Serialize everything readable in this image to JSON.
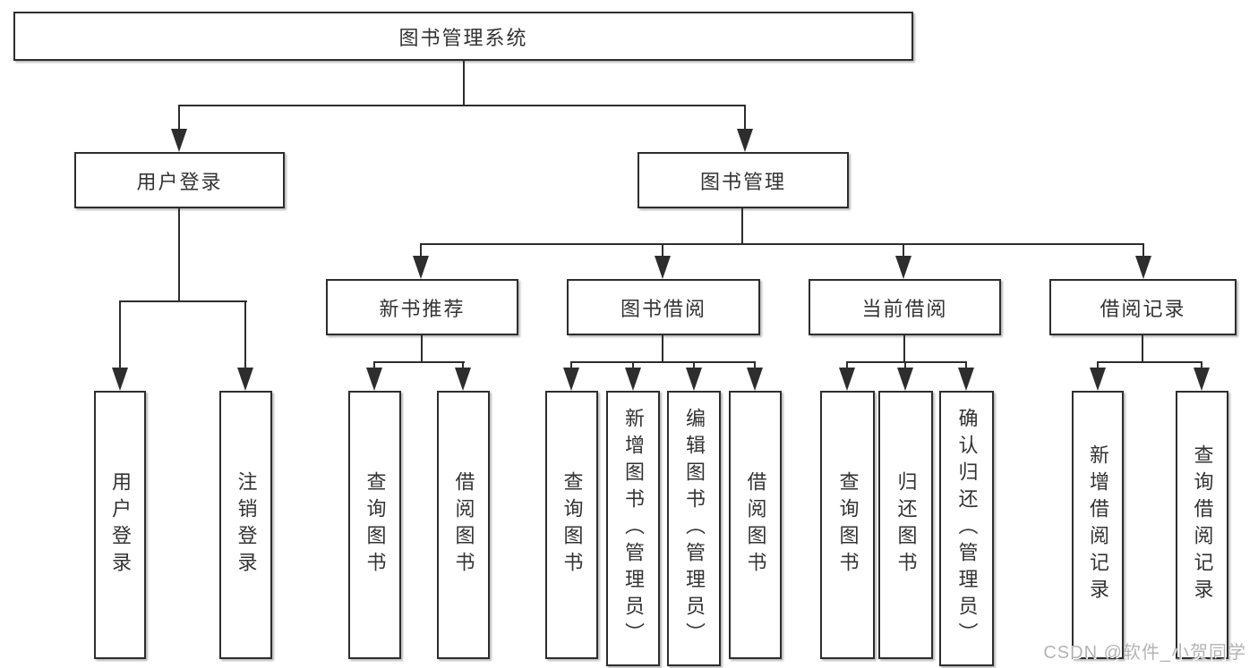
{
  "diagram": {
    "root": {
      "label": "图书管理系统"
    },
    "level2": [
      {
        "label": "用户登录"
      },
      {
        "label": "图书管理"
      }
    ],
    "level3": [
      {
        "label": "新书推荐"
      },
      {
        "label": "图书借阅"
      },
      {
        "label": "当前借阅"
      },
      {
        "label": "借阅记录"
      }
    ],
    "leaves": {
      "user_login": [
        {
          "label": "用户登录"
        },
        {
          "label": "注销登录"
        }
      ],
      "new_book": [
        {
          "label": "查询图书"
        },
        {
          "label": "借阅图书"
        }
      ],
      "book_borrow": [
        {
          "label": "查询图书"
        },
        {
          "label": "新增图书（管理员）"
        },
        {
          "label": "编辑图书（管理员）"
        },
        {
          "label": "借阅图书"
        }
      ],
      "current_borrow": [
        {
          "label": "查询图书"
        },
        {
          "label": "归还图书"
        },
        {
          "label": "确认归还（管理员）"
        }
      ],
      "borrow_records": [
        {
          "label": "新增借阅记录"
        },
        {
          "label": "查询借阅记录"
        }
      ]
    }
  },
  "watermark": {
    "text": "CSDN @软件_小贺同学"
  },
  "colors": {
    "line": "#2d2d2d",
    "text": "#333333",
    "box_bg": "#ffffff",
    "watermark": "#b4b4b4"
  }
}
